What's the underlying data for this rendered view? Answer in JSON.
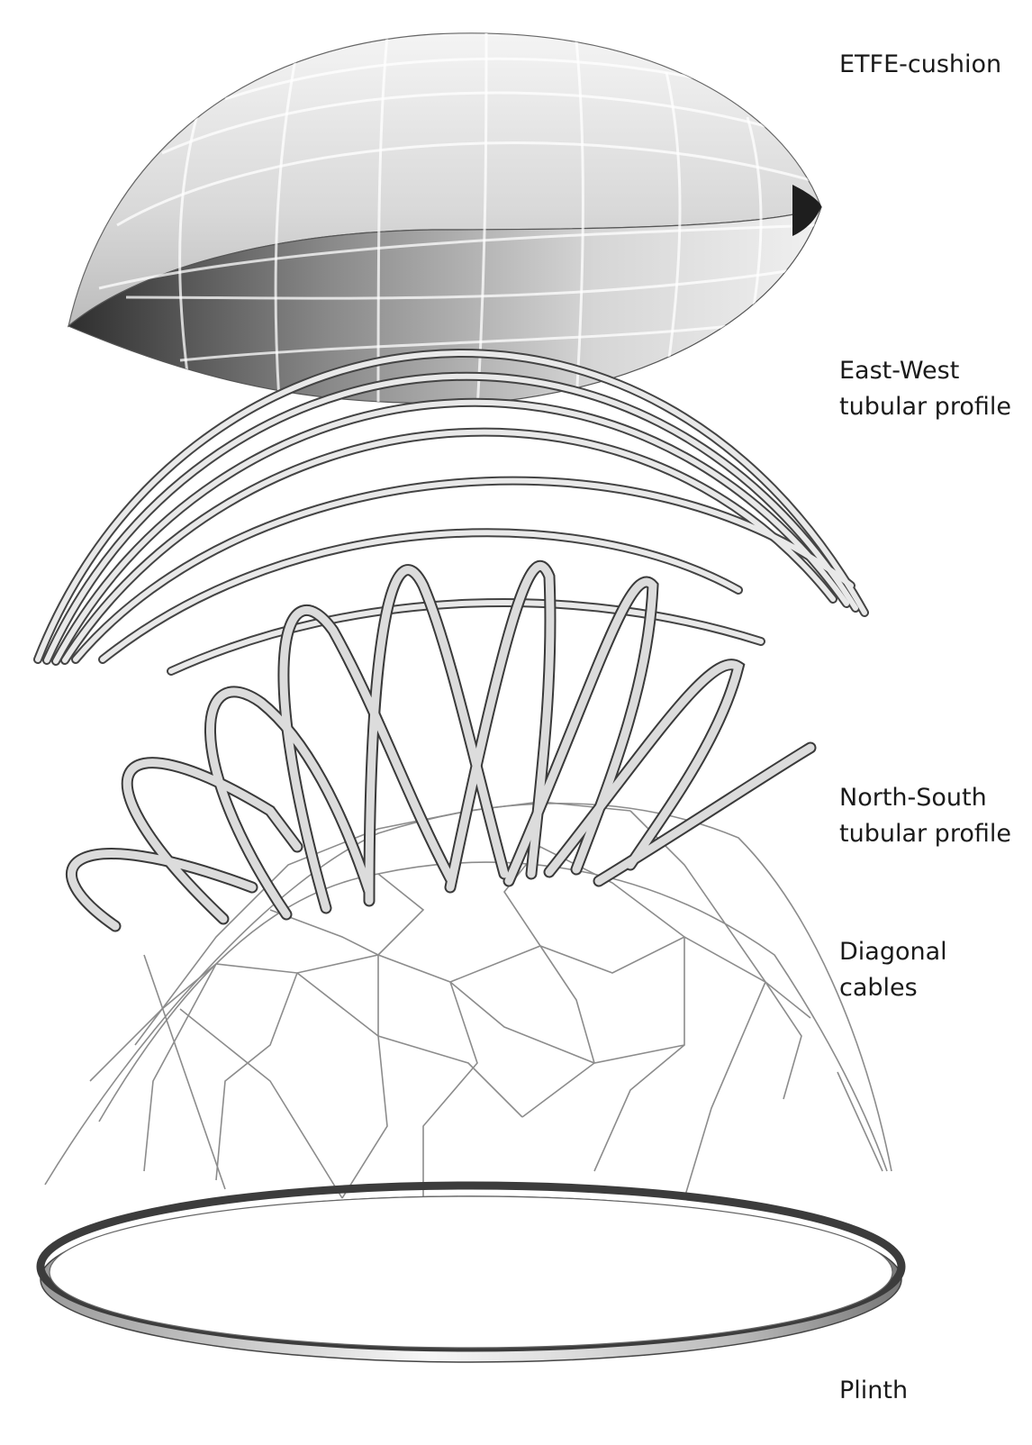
{
  "labels": {
    "etfe_cushion": "ETFE-cushion",
    "east_west": [
      "East-West",
      "tubular profile"
    ],
    "north_south": [
      "North-South",
      "tubular profile"
    ],
    "diagonal_cables": [
      "Diagonal",
      "cables"
    ],
    "plinth": "Plinth"
  },
  "colors": {
    "background": "#ffffff",
    "text": "#1a1a1a",
    "tube_light": "#eeeeee",
    "tube_dark": "#444444",
    "cable": "#8c8c8c"
  }
}
